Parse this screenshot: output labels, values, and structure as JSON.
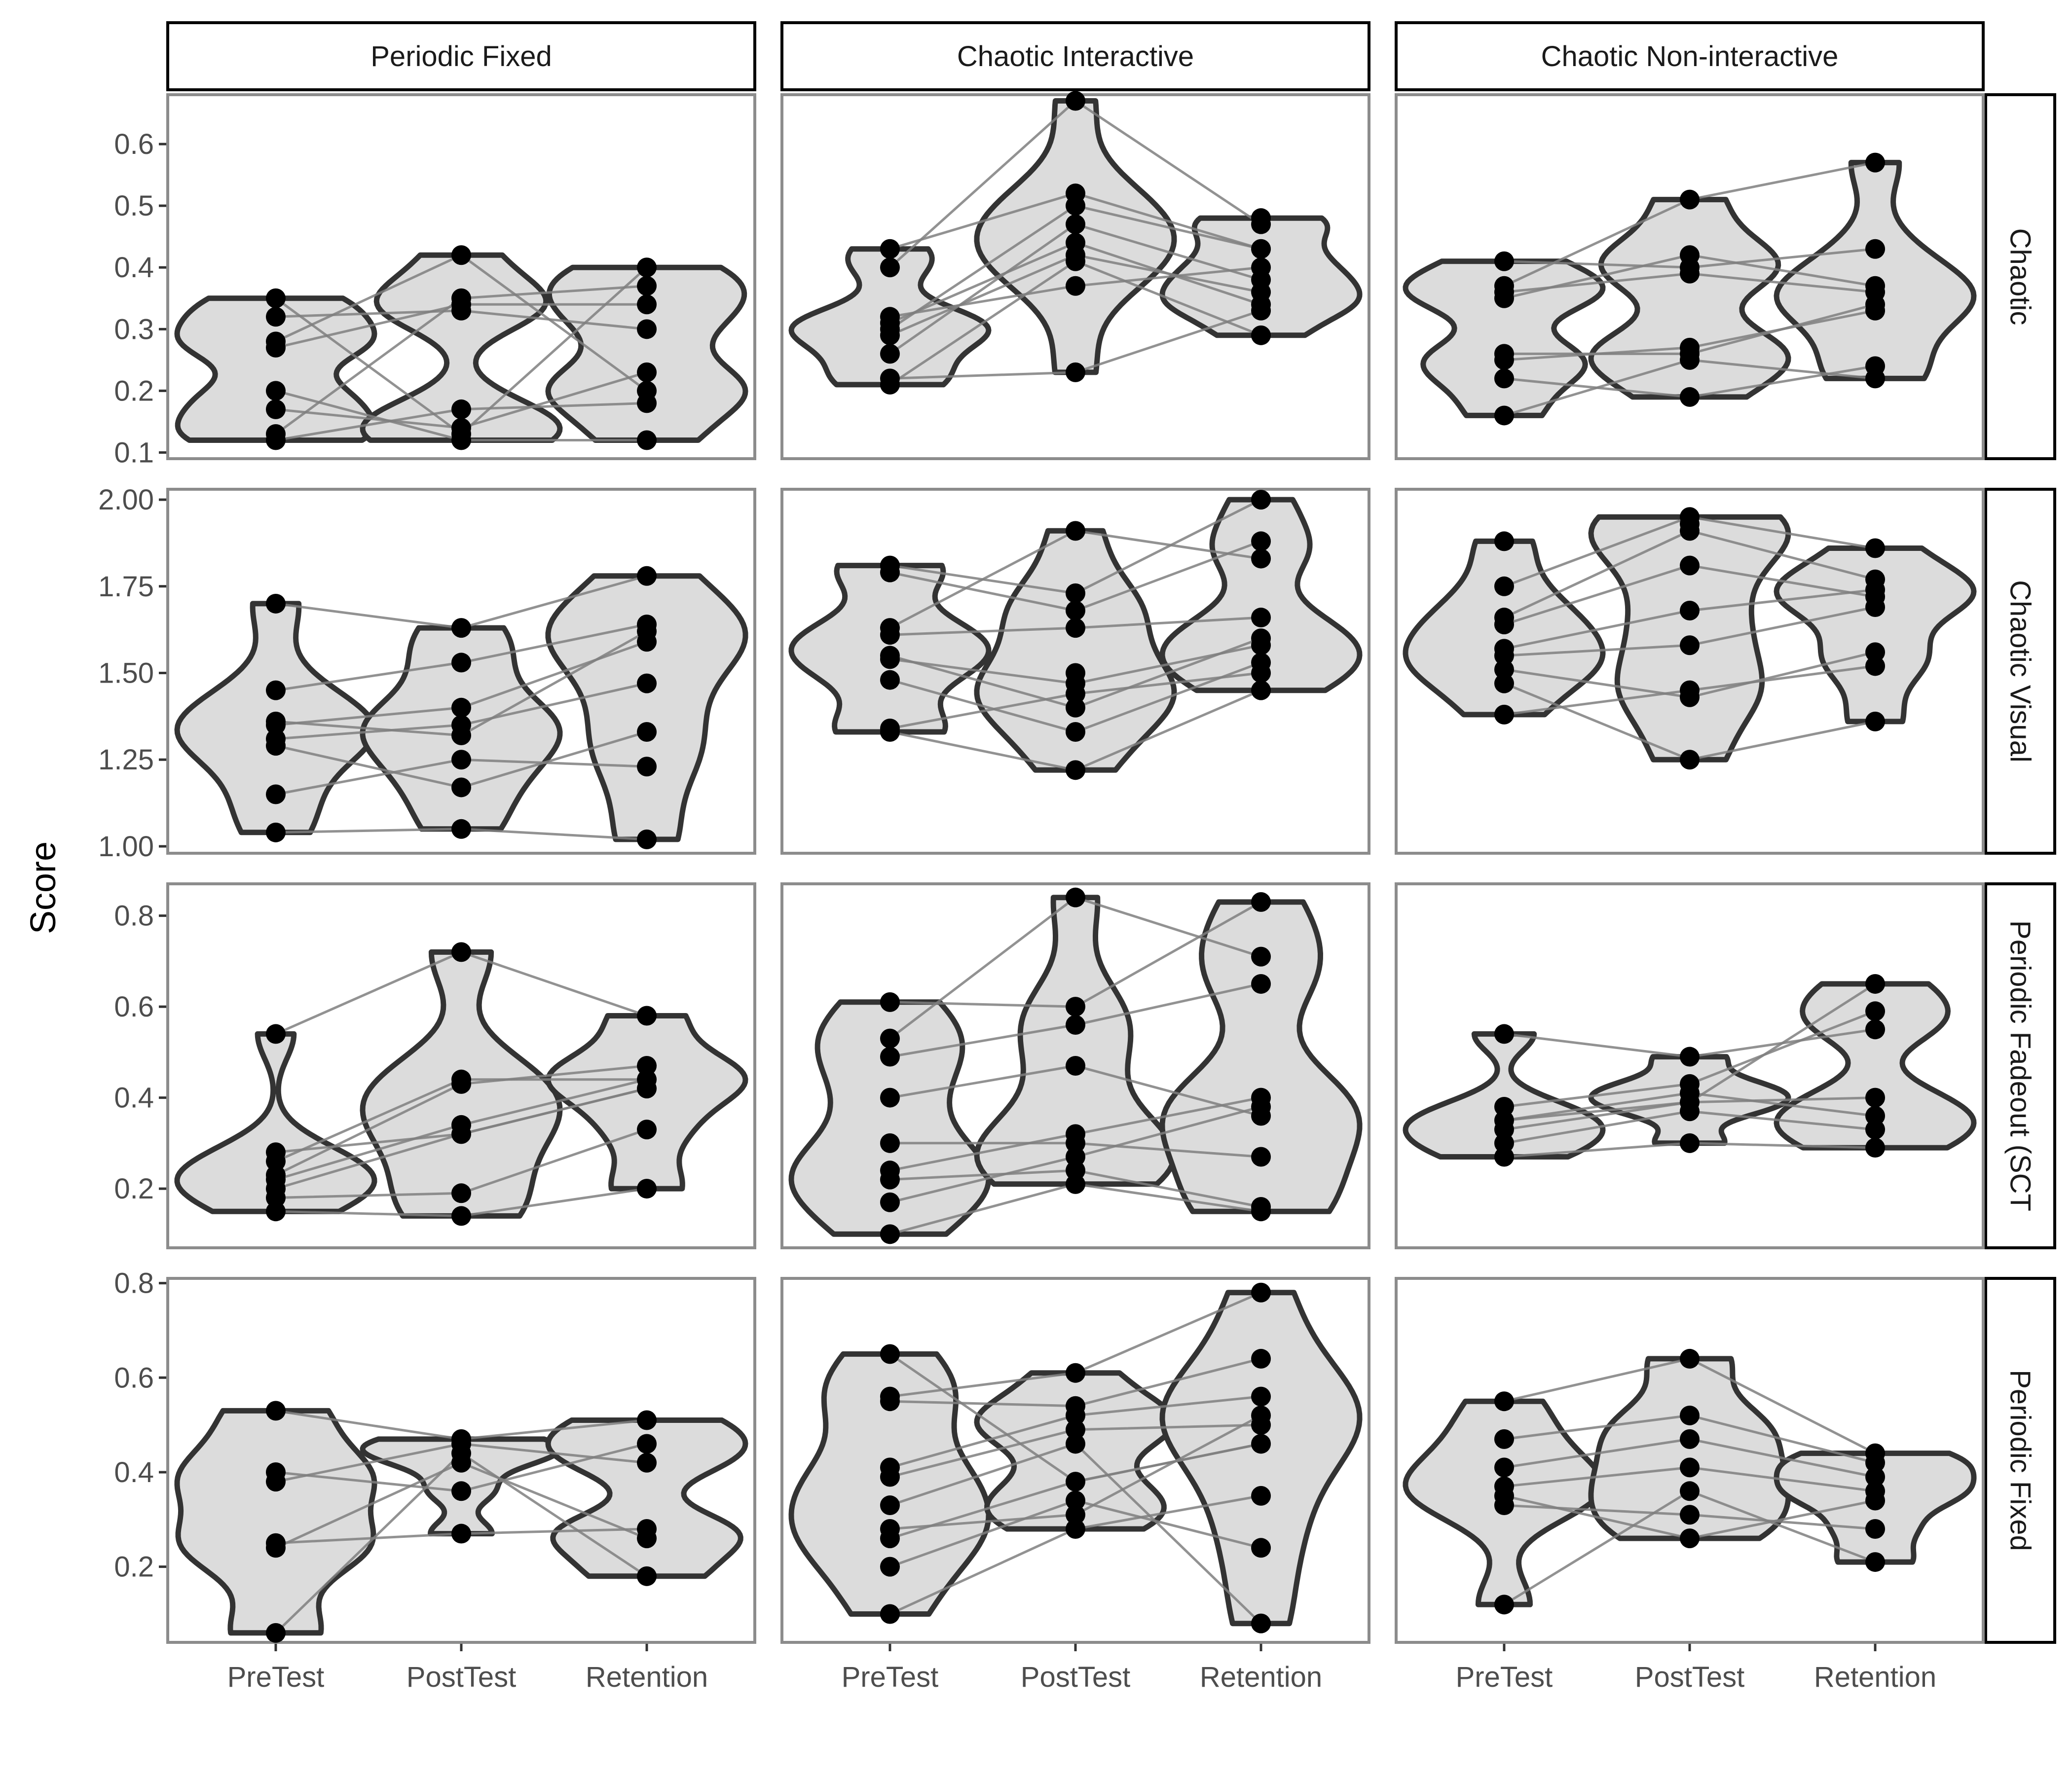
{
  "chart_data": {
    "type": "violin",
    "ylabel": "Score",
    "xlabel": "",
    "column_facets": [
      "Periodic Fixed",
      "Chaotic Interactive",
      "Chaotic Non-interactive"
    ],
    "row_facets": [
      "Chaotic",
      "Chaotic Visual",
      "Periodic Fadeout (SCT",
      "Periodic Fixed"
    ],
    "categories": [
      "PreTest",
      "PostTest",
      "Retention"
    ],
    "colors": {
      "violin_fill": "#dcdcdc",
      "violin_stroke": "#333333",
      "point": "#000000",
      "line": "#7f7f7f",
      "panel_border": "#8c8c8c",
      "strip_border": "#000000"
    },
    "rows": [
      {
        "ylim": [
          0.09,
          0.68
        ],
        "yticks": [
          0.1,
          0.2,
          0.3,
          0.4,
          0.5,
          0.6
        ],
        "tick_labels": [
          "0.1",
          "0.2",
          "0.3",
          "0.4",
          "0.5",
          "0.6"
        ]
      },
      {
        "ylim": [
          0.98,
          2.03
        ],
        "yticks": [
          1.0,
          1.25,
          1.5,
          1.75,
          2.0
        ],
        "tick_labels": [
          "1.00",
          "1.25",
          "1.50",
          "1.75",
          "2.00"
        ]
      },
      {
        "ylim": [
          0.07,
          0.87
        ],
        "yticks": [
          0.2,
          0.4,
          0.6,
          0.8
        ],
        "tick_labels": [
          "0.2",
          "0.4",
          "0.6",
          "0.8"
        ]
      },
      {
        "ylim": [
          0.04,
          0.81
        ],
        "yticks": [
          0.2,
          0.4,
          0.6,
          0.8
        ],
        "tick_labels": [
          "0.2",
          "0.4",
          "0.6",
          "0.8"
        ]
      }
    ],
    "panels": [
      [
        {
          "series": [
            [
              0.12,
              0.13,
              0.17,
              0.2,
              0.27,
              0.28,
              0.32,
              0.35
            ],
            [
              0.12,
              0.13,
              0.14,
              0.17,
              0.33,
              0.34,
              0.35,
              0.42
            ],
            [
              0.12,
              0.18,
              0.2,
              0.23,
              0.3,
              0.34,
              0.37,
              0.4
            ]
          ],
          "links": [
            [
              0,
              3,
              1
            ],
            [
              1,
              6,
              6
            ],
            [
              2,
              2,
              3
            ],
            [
              3,
              0,
              0
            ],
            [
              4,
              5,
              5
            ],
            [
              5,
              7,
              2
            ],
            [
              6,
              4,
              4
            ],
            [
              7,
              1,
              7
            ]
          ]
        },
        {
          "series": [
            [
              0.21,
              0.22,
              0.26,
              0.29,
              0.3,
              0.31,
              0.32,
              0.4,
              0.43
            ],
            [
              0.23,
              0.37,
              0.41,
              0.42,
              0.44,
              0.47,
              0.5,
              0.52,
              0.67
            ],
            [
              0.29,
              0.33,
              0.34,
              0.36,
              0.38,
              0.4,
              0.43,
              0.47,
              0.48
            ]
          ],
          "links": [
            [
              0,
              2,
              0
            ],
            [
              1,
              0,
              1
            ],
            [
              2,
              5,
              4
            ],
            [
              3,
              3,
              3
            ],
            [
              4,
              6,
              6
            ],
            [
              5,
              4,
              2
            ],
            [
              6,
              1,
              5
            ],
            [
              7,
              8,
              7
            ],
            [
              8,
              7,
              6
            ]
          ]
        },
        {
          "series": [
            [
              0.16,
              0.22,
              0.25,
              0.26,
              0.35,
              0.36,
              0.37,
              0.41
            ],
            [
              0.19,
              0.25,
              0.26,
              0.27,
              0.39,
              0.4,
              0.42,
              0.51
            ],
            [
              0.22,
              0.24,
              0.33,
              0.34,
              0.36,
              0.37,
              0.43,
              0.57
            ]
          ],
          "links": [
            [
              0,
              1,
              0
            ],
            [
              1,
              0,
              1
            ],
            [
              2,
              3,
              2
            ],
            [
              3,
              2,
              3
            ],
            [
              4,
              6,
              5
            ],
            [
              5,
              4,
              4
            ],
            [
              6,
              7,
              7
            ],
            [
              7,
              5,
              6
            ]
          ]
        }
      ],
      [
        {
          "series": [
            [
              1.04,
              1.15,
              1.29,
              1.31,
              1.35,
              1.36,
              1.45,
              1.7
            ],
            [
              1.05,
              1.17,
              1.25,
              1.32,
              1.35,
              1.4,
              1.53,
              1.63
            ],
            [
              1.02,
              1.23,
              1.33,
              1.47,
              1.59,
              1.62,
              1.64,
              1.78
            ]
          ],
          "links": [
            [
              0,
              0,
              0
            ],
            [
              1,
              2,
              1
            ],
            [
              2,
              1,
              2
            ],
            [
              3,
              4,
              3
            ],
            [
              4,
              5,
              4
            ],
            [
              5,
              3,
              5
            ],
            [
              6,
              6,
              6
            ],
            [
              7,
              7,
              7
            ]
          ]
        },
        {
          "series": [
            [
              1.33,
              1.34,
              1.48,
              1.54,
              1.55,
              1.61,
              1.63,
              1.79,
              1.81
            ],
            [
              1.22,
              1.33,
              1.4,
              1.44,
              1.47,
              1.5,
              1.63,
              1.68,
              1.73,
              1.91
            ],
            [
              1.45,
              1.5,
              1.53,
              1.58,
              1.6,
              1.66,
              1.83,
              1.88,
              2.0
            ]
          ],
          "links": [
            [
              0,
              0,
              0
            ],
            [
              1,
              3,
              1
            ],
            [
              2,
              1,
              2
            ],
            [
              3,
              4,
              3
            ],
            [
              4,
              2,
              4
            ],
            [
              5,
              6,
              5
            ],
            [
              6,
              9,
              6
            ],
            [
              7,
              7,
              7
            ],
            [
              8,
              8,
              8
            ]
          ]
        },
        {
          "series": [
            [
              1.38,
              1.47,
              1.51,
              1.55,
              1.57,
              1.64,
              1.66,
              1.75,
              1.88
            ],
            [
              1.25,
              1.43,
              1.45,
              1.58,
              1.68,
              1.81,
              1.91,
              1.93,
              1.95
            ],
            [
              1.36,
              1.52,
              1.56,
              1.69,
              1.72,
              1.74,
              1.77,
              1.86
            ]
          ],
          "links": [
            [
              0,
              2,
              1
            ],
            [
              1,
              0,
              0
            ],
            [
              2,
              1,
              2
            ],
            [
              3,
              3,
              3
            ],
            [
              4,
              4,
              5
            ],
            [
              5,
              5,
              4
            ],
            [
              6,
              6,
              6
            ],
            [
              7,
              8,
              7
            ]
          ]
        }
      ],
      [
        {
          "series": [
            [
              0.15,
              0.18,
              0.2,
              0.22,
              0.23,
              0.26,
              0.28,
              0.54
            ],
            [
              0.14,
              0.19,
              0.32,
              0.34,
              0.43,
              0.44,
              0.72
            ],
            [
              0.2,
              0.33,
              0.42,
              0.44,
              0.47,
              0.58
            ]
          ],
          "links": [
            [
              0,
              0,
              0
            ],
            [
              1,
              1,
              1
            ],
            [
              2,
              2,
              2
            ],
            [
              3,
              3,
              3
            ],
            [
              4,
              4,
              4
            ],
            [
              5,
              5,
              3
            ],
            [
              6,
              2,
              2
            ],
            [
              7,
              6,
              5
            ]
          ]
        },
        {
          "series": [
            [
              0.1,
              0.17,
              0.22,
              0.24,
              0.3,
              0.4,
              0.49,
              0.53,
              0.61
            ],
            [
              0.21,
              0.24,
              0.27,
              0.3,
              0.32,
              0.47,
              0.56,
              0.6,
              0.84
            ],
            [
              0.15,
              0.16,
              0.27,
              0.36,
              0.38,
              0.4,
              0.65,
              0.71,
              0.83
            ]
          ],
          "links": [
            [
              0,
              0,
              0
            ],
            [
              1,
              2,
              4
            ],
            [
              2,
              1,
              1
            ],
            [
              3,
              4,
              5
            ],
            [
              4,
              3,
              2
            ],
            [
              5,
              5,
              3
            ],
            [
              6,
              6,
              6
            ],
            [
              7,
              8,
              7
            ],
            [
              8,
              7,
              8
            ]
          ]
        },
        {
          "series": [
            [
              0.27,
              0.3,
              0.33,
              0.35,
              0.38,
              0.54
            ],
            [
              0.3,
              0.37,
              0.39,
              0.41,
              0.43,
              0.49
            ],
            [
              0.29,
              0.33,
              0.36,
              0.4,
              0.55,
              0.59,
              0.65
            ]
          ],
          "links": [
            [
              0,
              0,
              0
            ],
            [
              1,
              1,
              1
            ],
            [
              2,
              2,
              3
            ],
            [
              3,
              3,
              2
            ],
            [
              4,
              4,
              5
            ],
            [
              5,
              5,
              4
            ],
            [
              3,
              2,
              6
            ]
          ]
        }
      ],
      [
        {
          "series": [
            [
              0.06,
              0.24,
              0.25,
              0.38,
              0.4,
              0.53
            ],
            [
              0.27,
              0.36,
              0.42,
              0.44,
              0.46,
              0.47
            ],
            [
              0.18,
              0.26,
              0.28,
              0.42,
              0.46,
              0.51
            ]
          ],
          "links": [
            [
              0,
              3,
              0
            ],
            [
              1,
              2,
              1
            ],
            [
              2,
              0,
              2
            ],
            [
              3,
              4,
              3
            ],
            [
              4,
              1,
              4
            ],
            [
              5,
              5,
              5
            ]
          ]
        },
        {
          "series": [
            [
              0.1,
              0.2,
              0.26,
              0.28,
              0.33,
              0.39,
              0.41,
              0.55,
              0.56,
              0.65
            ],
            [
              0.28,
              0.31,
              0.34,
              0.38,
              0.46,
              0.49,
              0.52,
              0.54,
              0.61
            ],
            [
              0.08,
              0.24,
              0.35,
              0.46,
              0.5,
              0.52,
              0.56,
              0.64,
              0.78
            ]
          ],
          "links": [
            [
              0,
              0,
              2
            ],
            [
              1,
              2,
              1
            ],
            [
              2,
              3,
              3
            ],
            [
              3,
              1,
              5
            ],
            [
              4,
              4,
              0
            ],
            [
              5,
              5,
              4
            ],
            [
              6,
              6,
              6
            ],
            [
              7,
              7,
              7
            ],
            [
              8,
              8,
              8
            ],
            [
              9,
              3,
              3
            ]
          ]
        },
        {
          "series": [
            [
              0.12,
              0.33,
              0.35,
              0.37,
              0.41,
              0.47,
              0.55
            ],
            [
              0.26,
              0.31,
              0.36,
              0.41,
              0.47,
              0.52,
              0.64
            ],
            [
              0.21,
              0.28,
              0.34,
              0.36,
              0.39,
              0.42,
              0.44
            ]
          ],
          "links": [
            [
              0,
              2,
              0
            ],
            [
              1,
              1,
              1
            ],
            [
              2,
              0,
              2
            ],
            [
              3,
              3,
              3
            ],
            [
              4,
              4,
              4
            ],
            [
              5,
              5,
              5
            ],
            [
              6,
              6,
              6
            ]
          ]
        }
      ]
    ]
  }
}
